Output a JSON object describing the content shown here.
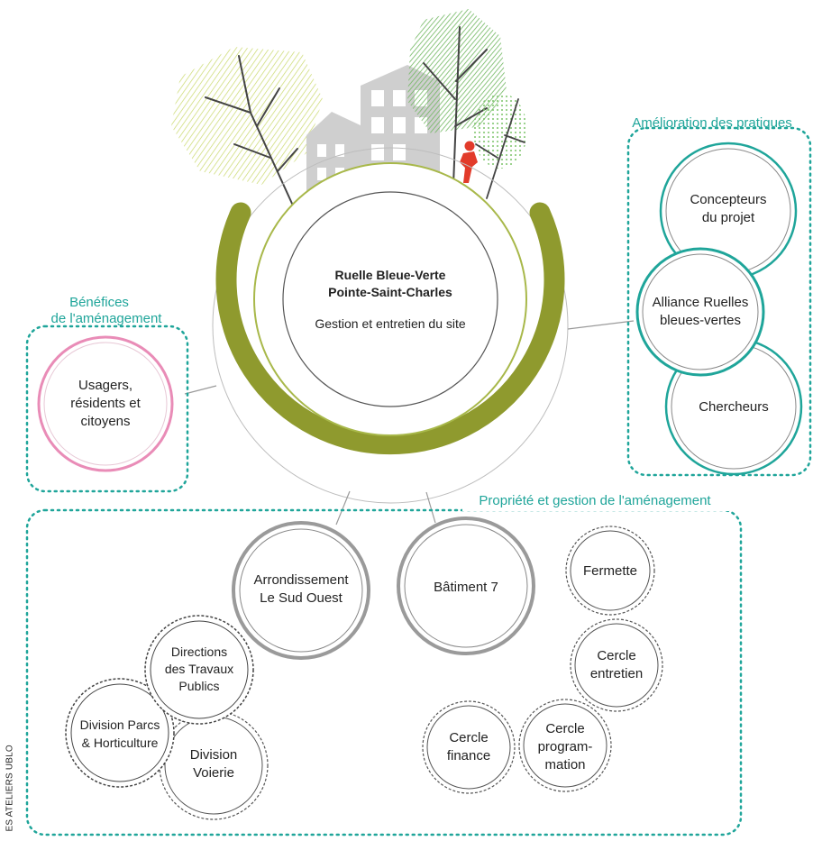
{
  "center": {
    "title_line1": "Ruelle Bleue-Verte",
    "title_line2": "Pointe-Saint-Charles",
    "subtitle": "Gestion et entretien du site"
  },
  "groups": {
    "benefices": {
      "line1": "Bénéfices",
      "line2": "de l'aménagement"
    },
    "amelioration": {
      "label": "Amélioration des pratiques"
    },
    "propriete": {
      "label": "Propriété et gestion de l'aménagement"
    }
  },
  "nodes": {
    "usagers": {
      "line1": "Usagers,",
      "line2": "résidents et",
      "line3": "citoyens"
    },
    "concepteurs": {
      "line1": "Concepteurs",
      "line2": "du projet"
    },
    "alliance": {
      "line1": "Alliance Ruelles",
      "line2": "bleues-vertes"
    },
    "chercheurs": {
      "line1": "Chercheurs"
    },
    "arrondissement": {
      "line1": "Arrondissement",
      "line2": "Le Sud Ouest"
    },
    "batiment": {
      "line1": "Bâtiment 7"
    },
    "fermette": {
      "line1": "Fermette"
    },
    "cercle_entretien": {
      "line1": "Cercle",
      "line2": "entretien"
    },
    "cercle_programmation": {
      "line1": "Cercle",
      "line2": "program-",
      "line3": "mation"
    },
    "cercle_finance": {
      "line1": "Cercle",
      "line2": "finance"
    },
    "directions": {
      "line1": "Directions",
      "line2": "des Travaux",
      "line3": "Publics"
    },
    "division_parcs": {
      "line1": "Division Parcs",
      "line2": "& Horticulture"
    },
    "division_voirie": {
      "line1": "Division",
      "line2": "Voierie"
    }
  },
  "credit": "ES ATELIERS UBLO",
  "colors": {
    "olive": "#8f9a2e",
    "olive_light": "#a8b84a",
    "teal": "#1fa59a",
    "pink": "#e98cb7",
    "grey": "#9a9a9a",
    "building": "#cfcfcf",
    "tree_green": "#6fb65f",
    "tree_yellow": "#c9d86a",
    "person": "#e23b2a"
  }
}
